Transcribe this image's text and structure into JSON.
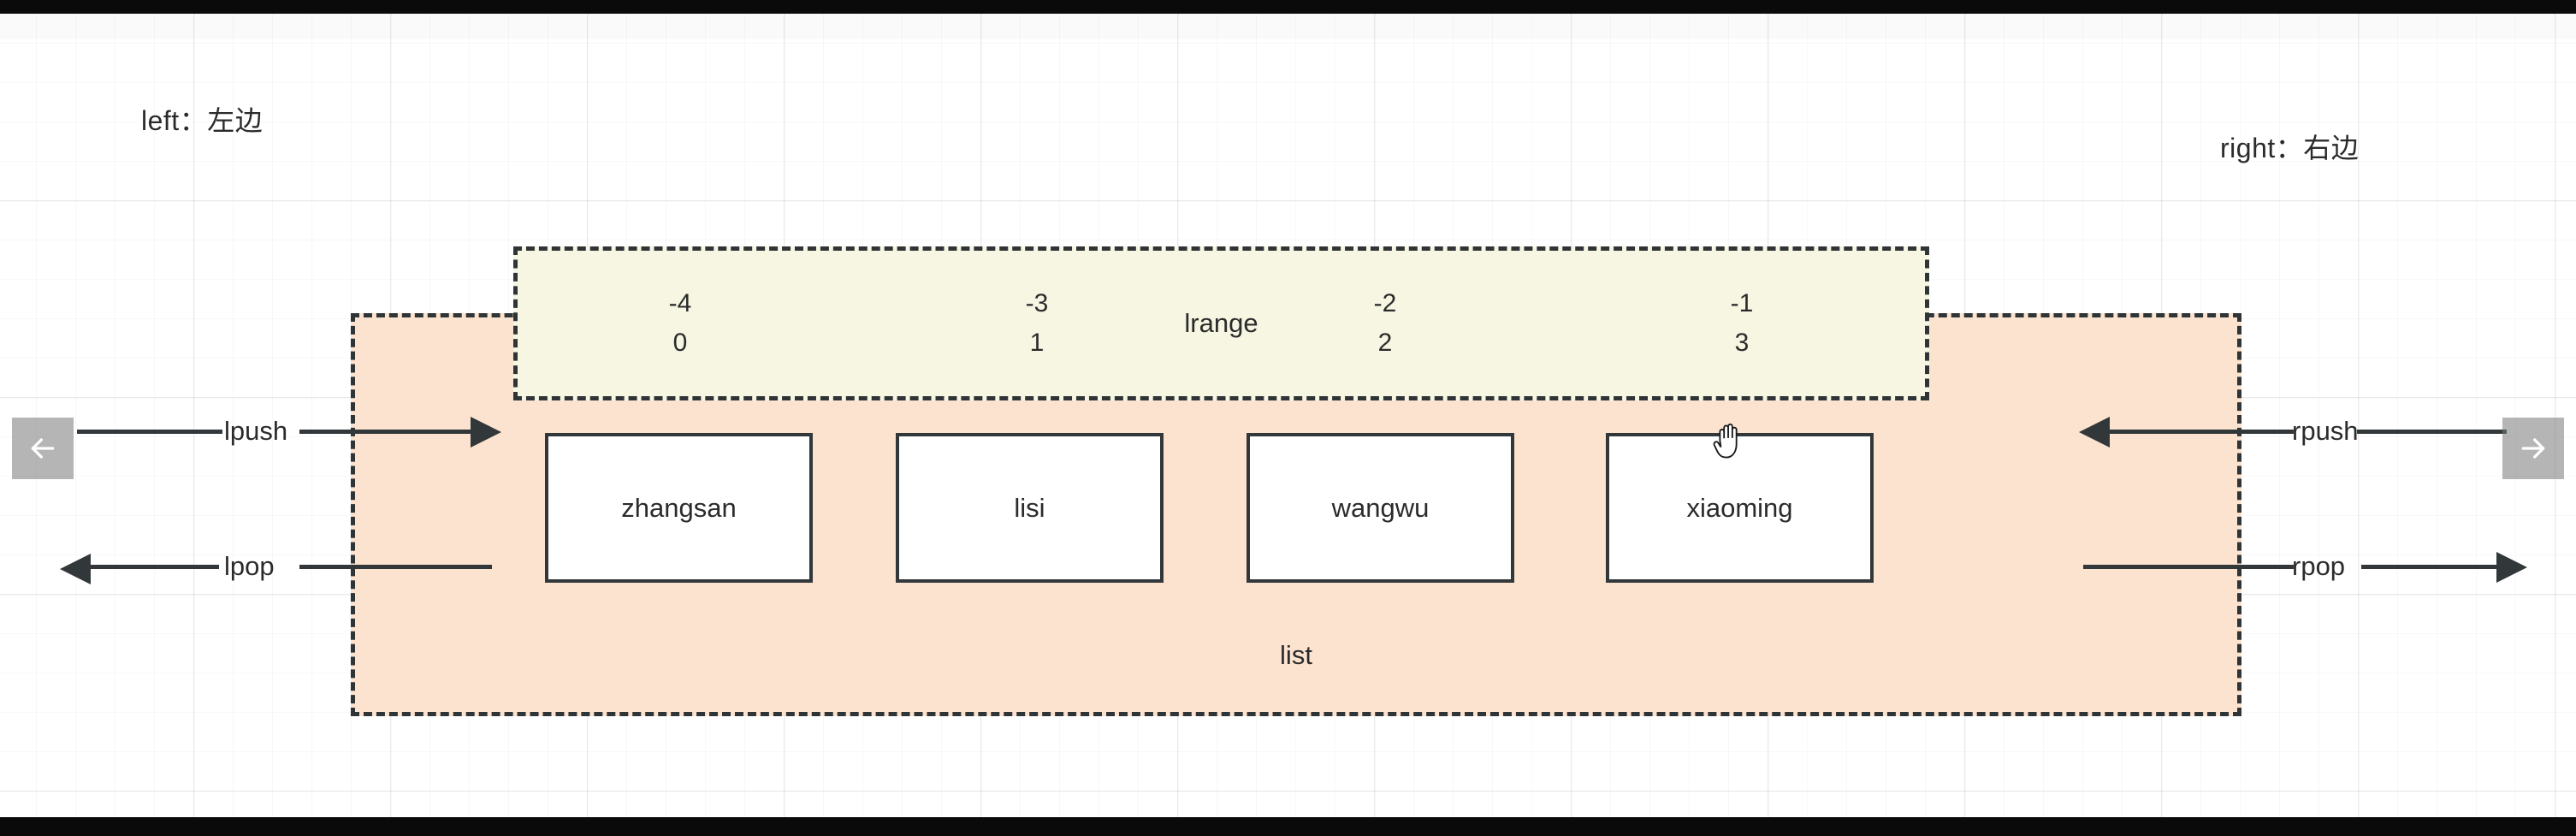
{
  "diagram": {
    "left_label": "left：左边",
    "right_label": "right：右边",
    "list_label": "list",
    "lrange_label": "lrange"
  },
  "operations": {
    "lpush": "lpush",
    "lpop": "lpop",
    "rpush": "rpush",
    "rpop": "rpop"
  },
  "list_items": [
    {
      "value": "zhangsan",
      "neg_index": "-4",
      "pos_index": "0"
    },
    {
      "value": "lisi",
      "neg_index": "-3",
      "pos_index": "1"
    },
    {
      "value": "wangwu",
      "neg_index": "-2",
      "pos_index": "2"
    },
    {
      "value": "xiaoming",
      "neg_index": "-1",
      "pos_index": "3"
    }
  ],
  "nav": {
    "prev_icon": "arrow-left-icon",
    "next_icon": "arrow-right-icon"
  },
  "cursor": {
    "icon": "grab-hand-cursor"
  },
  "colors": {
    "list_fill": "#fbe3d0",
    "lrange_fill": "#f7f6e3",
    "stroke": "#32383a",
    "card_fill": "#ffffff",
    "text": "#2b2b2b"
  }
}
